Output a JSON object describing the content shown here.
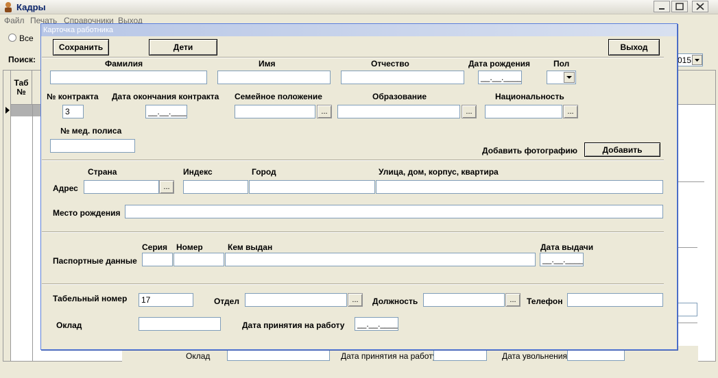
{
  "app": {
    "title": "Кадры",
    "menu": [
      "Файл",
      "Печать",
      "Справочники",
      "Выход"
    ],
    "filter_all": "Все",
    "search_label": "Поиск:",
    "year_value": "015",
    "table_header": "Таб\n№",
    "bottom": {
      "salary_label": "Оклад",
      "hire_label": "Дата принятия на работу",
      "dismiss_label": "Дата увольнения"
    }
  },
  "dialog": {
    "title": "Карточка работника",
    "buttons": {
      "save": "Сохранить",
      "children": "Дети",
      "exit": "Выход",
      "add_photo": "Добавить"
    },
    "labels": {
      "surname": "Фамилия",
      "name": "Имя",
      "patronymic": "Отчество",
      "birth_date": "Дата рождения",
      "sex": "Пол",
      "contract_no": "№ контракта",
      "contract_end": "Дата окончания контракта",
      "marital": "Семейное положение",
      "education": "Образование",
      "nationality": "Национальность",
      "med_policy": "№ мед. полиса",
      "add_photo": "Добавить фотографию",
      "country": "Страна",
      "index": "Индекс",
      "city": "Город",
      "street": "Улица, дом, корпус, квартира",
      "address": "Адрес",
      "birthplace": "Место рождения",
      "series": "Серия",
      "number": "Номер",
      "issued_by": "Кем выдан",
      "issue_date": "Дата выдачи",
      "passport": "Паспортные данные",
      "tab_no": "Табельный номер",
      "department": "Отдел",
      "position": "Должность",
      "phone": "Телефон",
      "salary": "Оклад",
      "hire_date": "Дата принятия на работу"
    },
    "values": {
      "contract_no": "3",
      "tab_no": "17",
      "date_mask": "__.__.____",
      "dots": "..."
    }
  }
}
